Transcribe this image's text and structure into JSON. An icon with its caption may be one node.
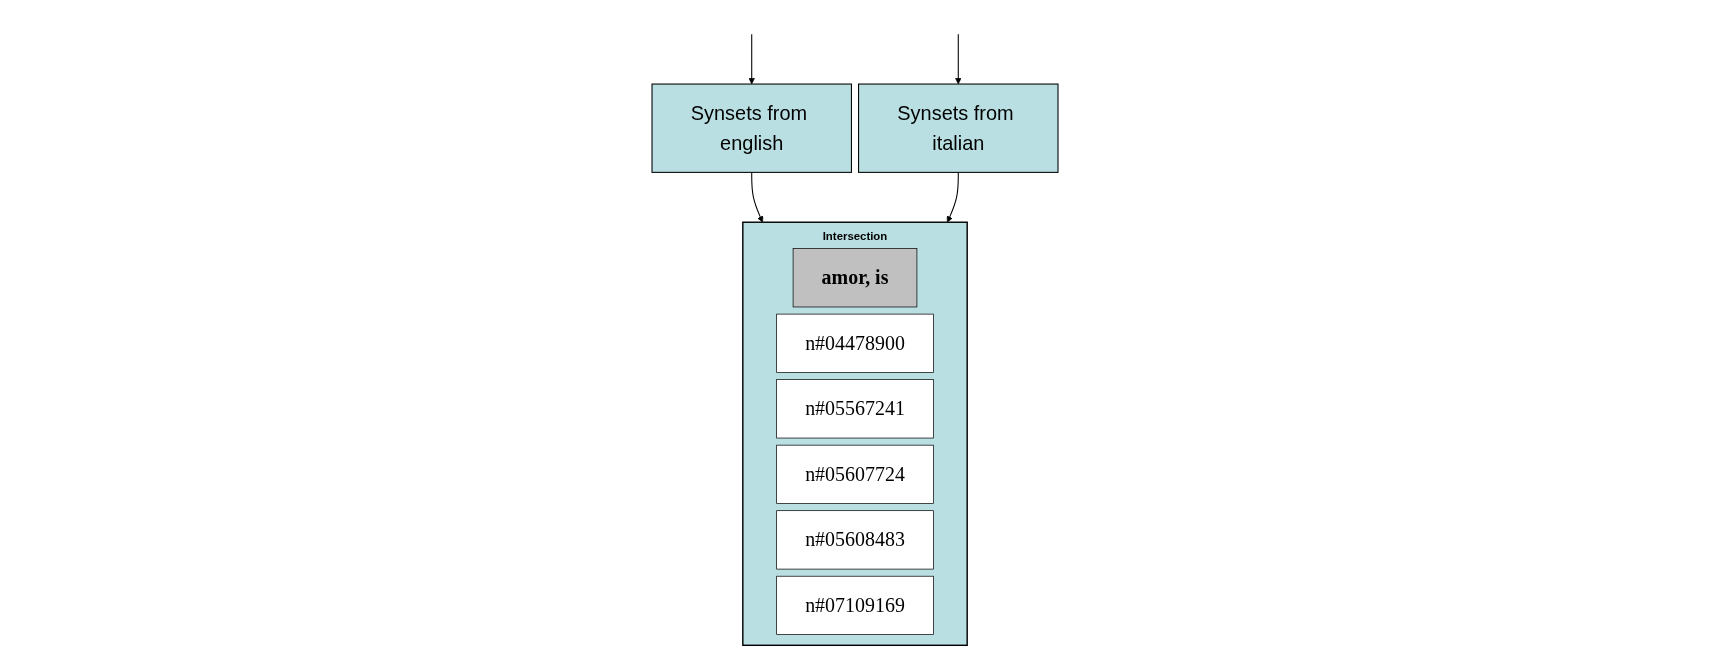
{
  "diagram": {
    "nodes": [
      {
        "text": [
          "Synsets from english"
        ]
      },
      {
        "text": [
          "Intersection"
        ]
      },
      {
        "text": [
          "amor, is"
        ],
        "in": 1
      },
      {
        "text": [
          "n#04478900"
        ],
        "in": 1
      },
      {
        "text": [
          "n#05567241"
        ],
        "in": 1
      },
      {
        "text": [
          "n#05607724"
        ],
        "in": 1
      },
      {
        "text": [
          "n#05608483"
        ],
        "in": 1
      },
      {
        "text": [
          "n#07109169"
        ],
        "in": 1
      },
      {
        "text": [
          "Synsets from italian"
        ]
      }
    ],
    "edges": [
      {
        "from": null,
        "to": 0,
        "arrow": "to"
      },
      {
        "from": 0,
        "to": 1,
        "arrow": "to"
      },
      {
        "from": 8,
        "to": 1,
        "arrow": "to"
      },
      {
        "from": null,
        "to": 8,
        "arrow": "to"
      }
    ]
  }
}
